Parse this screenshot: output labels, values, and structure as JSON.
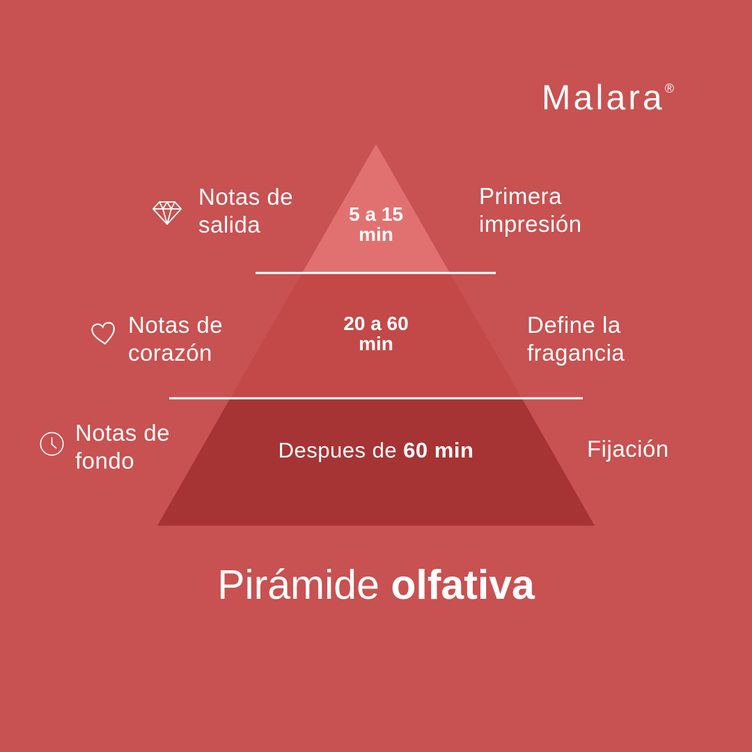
{
  "colors": {
    "background": "#c85151",
    "tier_top": "#e17170",
    "tier_middle": "#c34848",
    "tier_bottom": "#a63434",
    "text": "#ffffff",
    "divider": "#ffffff"
  },
  "logo": {
    "brand": "Malara",
    "registered": "®"
  },
  "rows": [
    {
      "icon": "diamond",
      "left_line1": "Notas de",
      "left_line2": "salida",
      "tier_line1": "5 a 15",
      "tier_line2": "min",
      "right_line1": "Primera",
      "right_line2": "impresión"
    },
    {
      "icon": "heart",
      "left_line1": "Notas de",
      "left_line2": "corazón",
      "tier_line1": "20 a 60",
      "tier_line2": "min",
      "right_line1": "Define la",
      "right_line2": "fragancia"
    },
    {
      "icon": "clock",
      "left_line1": "Notas de",
      "left_line2": "fondo",
      "tier_prefix": "Despues de ",
      "tier_bold": "60 min",
      "right_line1": "Fijación"
    }
  ],
  "title": {
    "regular": "Pirámide ",
    "bold": "olfativa"
  }
}
